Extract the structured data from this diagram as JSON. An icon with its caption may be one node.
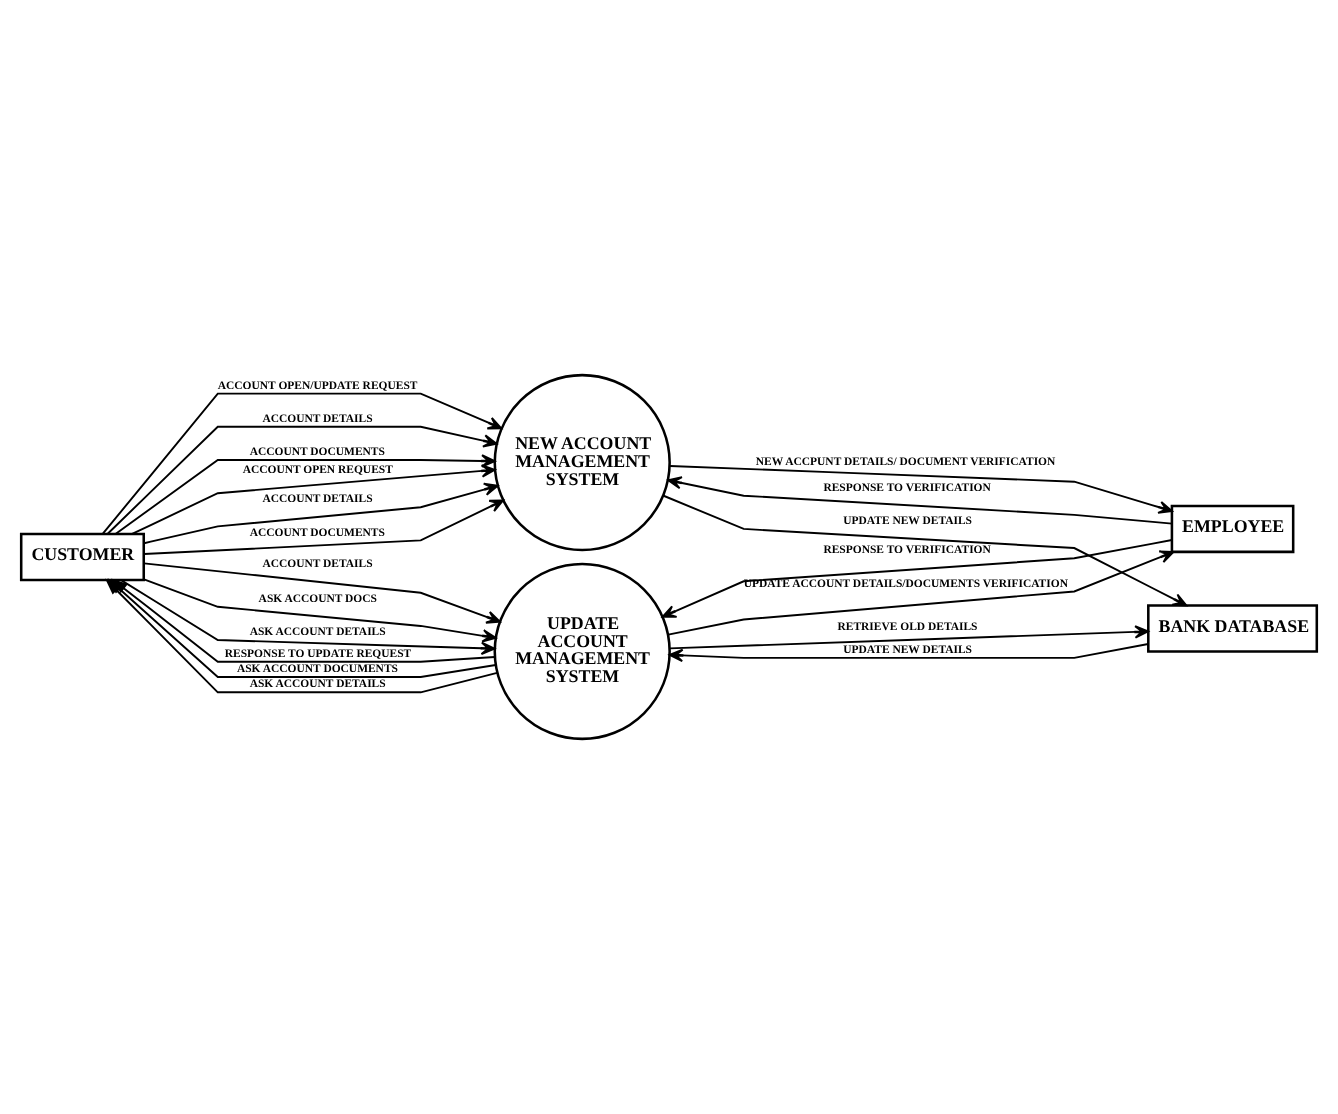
{
  "diagram": {
    "nodes": [
      {
        "text": [
          "NEW ACCOUNT MANAGEMENT SYSTEM"
        ]
      },
      {
        "text": [
          "BANK DATABASE"
        ]
      },
      {
        "text": [
          "CUSTOMER"
        ]
      },
      {
        "text": [
          "EMPLOYEE"
        ]
      },
      {
        "text": [
          "UPDATE ACCOUNT MANAGEMENT SYSTEM"
        ]
      }
    ],
    "edges": [
      {
        "from": 0,
        "to": 1,
        "arrow": "to",
        "label": "UPDATE NEW DETAILS"
      },
      {
        "from": 2,
        "to": 0,
        "arrow": "to",
        "label": "ACCOUNT OPEN/UPDATE REQUEST"
      },
      {
        "from": 2,
        "to": 0,
        "arrow": "to",
        "label": "ACCOUNT DETAILS"
      },
      {
        "from": 2,
        "to": 0,
        "arrow": "to",
        "label": "ACCOUNT DOCUMENTS"
      },
      {
        "from": 0,
        "to": 3,
        "arrow": "to",
        "label": "NEW ACCPUNT DETAILS/ DOCUMENT VERIFICATION"
      },
      {
        "from": 3,
        "to": 0,
        "arrow": "to",
        "label": "RESPONSE TO VERIFICATION"
      },
      {
        "from": 2,
        "to": 0,
        "arrow": "to",
        "label": "ACCOUNT OPEN REQUEST"
      },
      {
        "from": 2,
        "to": 0,
        "arrow": "to",
        "label": "ACCOUNT DETAILS"
      },
      {
        "from": 2,
        "to": 0,
        "arrow": "to",
        "label": "ACCOUNT DOCUMENTS"
      },
      {
        "from": 2,
        "to": 4,
        "arrow": "to",
        "label": "ACCOUNT DETAILS"
      },
      {
        "from": 2,
        "to": 4,
        "arrow": "to",
        "label": "ASK ACCOUNT DOCS"
      },
      {
        "from": 2,
        "to": 4,
        "arrow": "to",
        "label": "ASK ACCOUNT DETAILS"
      },
      {
        "from": 4,
        "to": 2,
        "arrow": "to",
        "label": "RESPONSE TO UPDATE REQUEST"
      },
      {
        "from": 4,
        "to": 2,
        "arrow": "to",
        "label": "ASK ACCOUNT DOCUMENTS"
      },
      {
        "from": 4,
        "to": 2,
        "arrow": "to",
        "label": "ASK ACCOUNT DETAILS"
      },
      {
        "from": 4,
        "to": 3,
        "arrow": "to",
        "label": "UPDATE ACCOUNT DETAILS/DOCUMENTS VERIFICATION"
      },
      {
        "from": 3,
        "to": 4,
        "arrow": "to",
        "label": "RESPONSE TO VERIFICATION"
      },
      {
        "from": 1,
        "to": 4,
        "arrow": "to",
        "label": "UPDATE NEW DETAILS"
      },
      {
        "from": 4,
        "to": 1,
        "arrow": "to",
        "label": "RETRIEVE OLD DETAILS"
      }
    ]
  }
}
